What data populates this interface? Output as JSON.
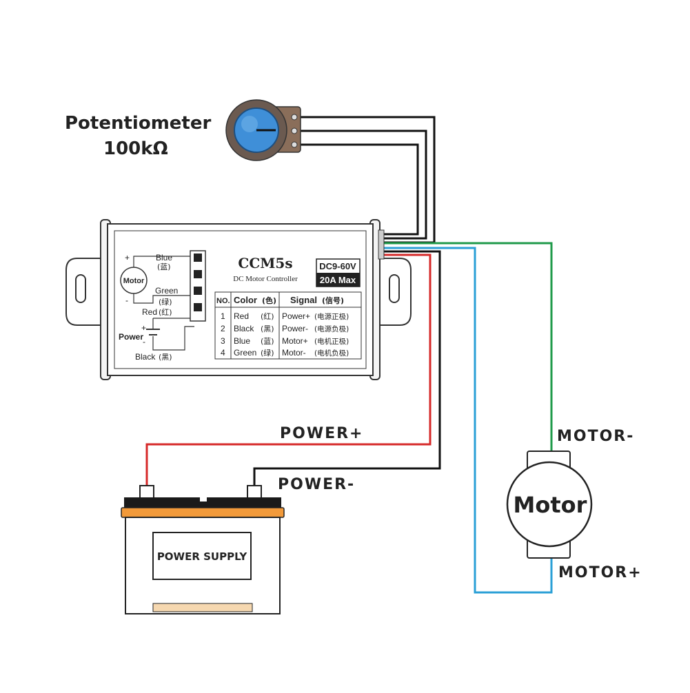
{
  "potentiometer": {
    "name": "Potentiometer",
    "value": "100kΩ"
  },
  "controller": {
    "model": "CCM5s",
    "subtitle": "DC Motor Controller",
    "voltage": "DC9-60V",
    "current": "20A Max",
    "inset_labels": {
      "motor": "Motor",
      "blue": "Blue",
      "blue_cn": "(蓝)",
      "green": "Green",
      "green_cn": "(绿)",
      "red": "Red",
      "red_cn": "(红)",
      "power": "Power",
      "black": "Black",
      "black_cn": "(黑)",
      "plus": "+",
      "minus": "-"
    },
    "table": {
      "headers": {
        "no": "NO.",
        "color": "Color",
        "color_cn": "(色)",
        "signal": "Signal",
        "signal_cn": "(信号)"
      },
      "rows": [
        {
          "no": "1",
          "color": "Red",
          "color_cn": "(红)",
          "signal": "Power+",
          "signal_cn": "(电源正极)"
        },
        {
          "no": "2",
          "color": "Black",
          "color_cn": "(黑)",
          "signal": "Power-",
          "signal_cn": "(电源负极)"
        },
        {
          "no": "3",
          "color": "Blue",
          "color_cn": "(蓝)",
          "signal": "Motor+",
          "signal_cn": "(电机正极)"
        },
        {
          "no": "4",
          "color": "Green",
          "color_cn": "(绿)",
          "signal": "Motor-",
          "signal_cn": "(电机负极)"
        }
      ]
    }
  },
  "wires": {
    "power_plus": "POWER+",
    "power_minus": "POWER-",
    "motor_minus": "MOTOR-",
    "motor_plus": "MOTOR+"
  },
  "battery": {
    "label": "POWER SUPPLY"
  },
  "motor": {
    "label": "Motor"
  },
  "colors": {
    "red_wire": "#d62828",
    "black_wire": "#111111",
    "blue_wire": "#2a9fd6",
    "green_wire": "#1f9a4a",
    "battery_top": "#f29a3a",
    "knob": "#3f8fd8"
  }
}
